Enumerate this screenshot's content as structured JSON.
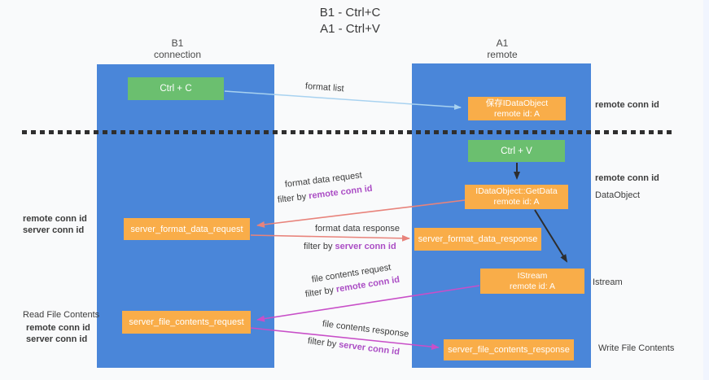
{
  "title": {
    "line1": "B1 - Ctrl+C",
    "line2": "A1 - Ctrl+V"
  },
  "columns": {
    "left": {
      "name": "B1",
      "subtitle": "connection"
    },
    "right": {
      "name": "A1",
      "subtitle": "remote"
    }
  },
  "nodes": {
    "ctrl_c": {
      "label": "Ctrl + C"
    },
    "ctrl_v": {
      "label": "Ctrl + V"
    },
    "save_dataobject": {
      "line1": "保存IDataObject",
      "line2": "remote id: A"
    },
    "getdata": {
      "line1": "IDataObject::GetData",
      "line2": "remote id: A"
    },
    "istream": {
      "line1": "IStream",
      "line2": "remote id: A"
    },
    "server_format_data_request": {
      "label": "server_format_data_request"
    },
    "server_format_data_response": {
      "label": "server_format_data_response"
    },
    "server_file_contents_request": {
      "label": "server_file_contents_request"
    },
    "server_file_contents_response": {
      "label": "server_file_contents_response"
    }
  },
  "edge_labels": {
    "format_list": "format list",
    "format_data_request": "format data request",
    "format_data_response": "format data response",
    "file_contents_request": "file contents request",
    "file_contents_response": "file contents response",
    "filter_by": "filter by ",
    "remote_conn_id": "remote conn id",
    "server_conn_id": "server conn id"
  },
  "side_labels": {
    "left": {
      "remote_conn_id_1": "remote conn id",
      "server_conn_id_1": "server conn id",
      "read_file_contents": "Read File Contents",
      "remote_conn_id_2": "remote conn id",
      "server_conn_id_2": "server conn id"
    },
    "right": {
      "remote_conn_id_1": "remote conn id",
      "remote_conn_id_2": "remote conn id",
      "dataobject": "DataObject",
      "istream": "Istream",
      "write_file_contents": "Write File Contents"
    }
  },
  "colors": {
    "lane_blue": "#4a86d9",
    "node_green": "#6bbf6f",
    "node_orange": "#f9ad49",
    "arrow_light_blue": "#a8d2f0",
    "arrow_salmon": "#e8837b",
    "arrow_magenta": "#c84fc8",
    "arrow_black": "#2d2d2d",
    "text_purple": "#ab4ec5",
    "text_green": "#4cae54",
    "dashed_divider": "#2f2f2f"
  }
}
